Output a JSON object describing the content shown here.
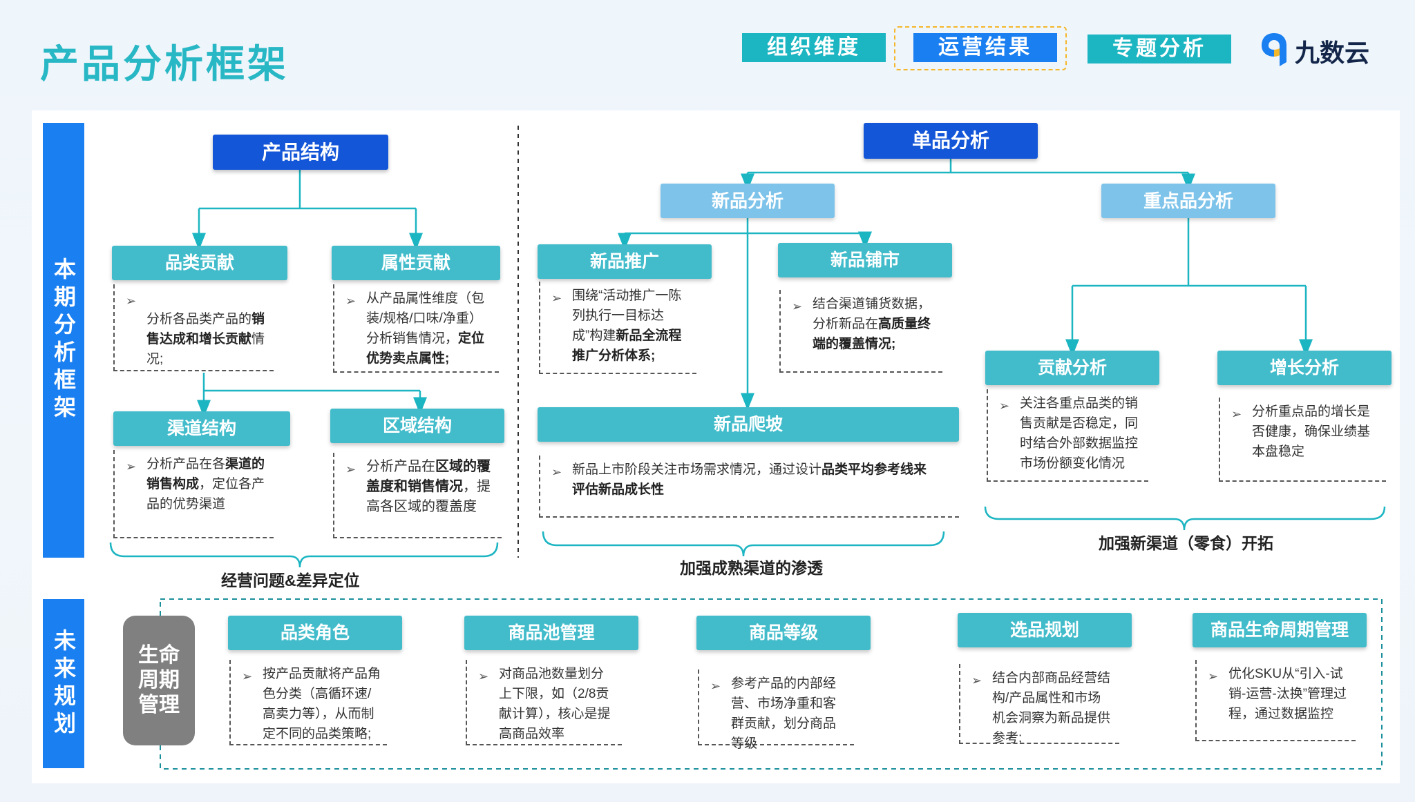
{
  "page": {
    "title": "产品分析框架",
    "tabs": [
      "组织维度",
      "运营结果",
      "专题分析"
    ],
    "logo_text": "九数云",
    "colors": {
      "teal": "#1cb5c2",
      "blue": "#1a7ff0",
      "dark_blue": "#1356d8",
      "light_blue": "#7ec3ea",
      "highlight_frame": "#f5b72a"
    }
  },
  "side_labels": {
    "current": "本期分析框架",
    "future": "未来规划"
  },
  "left": {
    "root": "产品结构",
    "nodes": [
      {
        "title": "品类贡献",
        "t1": "分析各品类产品的",
        "b1": "销售达成和增长贡献",
        "t2": "情况;",
        "b2": "",
        "t3": ""
      },
      {
        "title": "属性贡献",
        "t1": "从产品属性维度（包装/规格/口味/净重）分析销售情况，",
        "b1": "定位优势卖点属性;",
        "t2": "",
        "b2": "",
        "t3": ""
      },
      {
        "title": "渠道结构",
        "t1": "分析产品在各",
        "b1": "渠道的销售构成",
        "t2": "，定位各产品的优势渠道",
        "b2": "",
        "t3": ""
      },
      {
        "title": "区域结构",
        "t1": "分析产品在",
        "b1": "区域的覆盖度和销售情况",
        "t2": "，提高各区域的覆盖度",
        "b2": "",
        "t3": ""
      }
    ],
    "brace_label": "经营问题&差异定位"
  },
  "right": {
    "root": "单品分析",
    "new_product": "新品分析",
    "key_product": "重点品分析",
    "nodes": [
      {
        "title": "新品推广",
        "t1": "围绕“活动推广一陈列执行一目标达成”构建",
        "b1": "新品全流程推广分析体系;",
        "t2": "",
        "b2": "",
        "t3": ""
      },
      {
        "title": "新品铺市",
        "t1": "结合渠道铺货数据，分析新品在",
        "b1": "高质量终端的覆盖情况;",
        "t2": "",
        "b2": "",
        "t3": ""
      },
      {
        "title": "新品爬坡",
        "t1": "新品上市阶段关注市场需求情况，通过设计",
        "b1": "品类平均参考线来评估新品成长性",
        "t2": "",
        "b2": "",
        "t3": ""
      },
      {
        "title": "贡献分析",
        "t1": "关注各重点品类的销售贡献是否稳定，同时结合外部数据监控市场份额变化情况",
        "b1": "",
        "t2": "",
        "b2": "",
        "t3": ""
      },
      {
        "title": "增长分析",
        "t1": "分析重点品的增长是否健康，确保业绩基本盘稳定",
        "b1": "",
        "t2": "",
        "b2": "",
        "t3": ""
      }
    ],
    "brace_label_1": "加强成熟渠道的渗透",
    "brace_label_2": "加强新渠道（零食）开拓"
  },
  "future": {
    "lifecycle": "生命周期管理",
    "items": [
      {
        "title": "品类角色",
        "desc": "按产品贡献将产品角色分类（高循环速/高卖力等），从而制定不同的品类策略;"
      },
      {
        "title": "商品池管理",
        "desc": "对商品池数量划分上下限，如（2/8贡献计算），核心是提高商品效率"
      },
      {
        "title": "商品等级",
        "desc": "参考产品的内部经营、市场净重和客群贡献，划分商品等级"
      },
      {
        "title": "选品规划",
        "desc": "结合内部商品经营结构/产品属性和市场机会洞察为新品提供参考;"
      },
      {
        "title": "商品生命周期管理",
        "desc": "优化SKU从“引入-试销-运营-汰换”管理过程，通过数据监控"
      }
    ]
  }
}
